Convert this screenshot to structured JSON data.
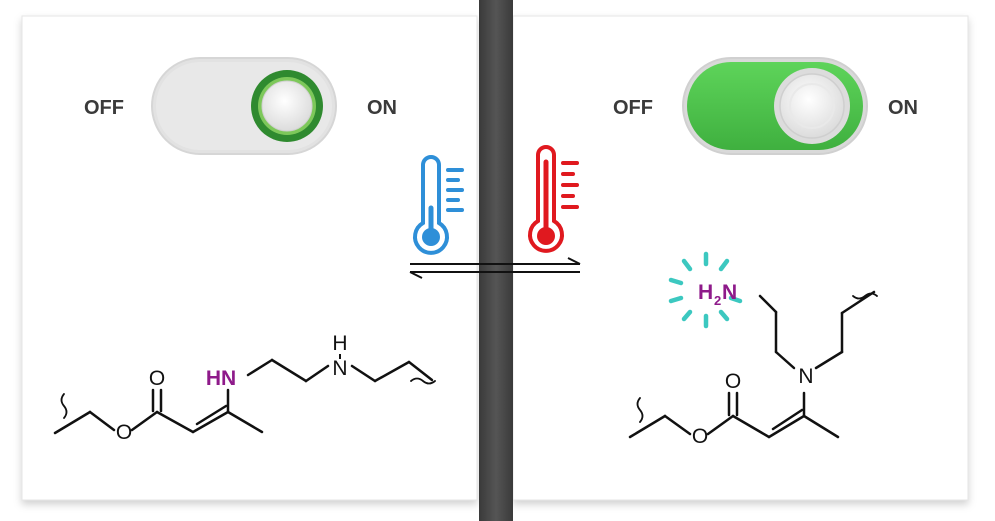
{
  "left_panel": {
    "switch": {
      "off_label": "OFF",
      "on_label": "ON",
      "state": "off"
    },
    "thermometer": {
      "icon": "thermometer-cold-icon",
      "color": "#2e8fd8"
    },
    "molecule": {
      "highlight_label": "HN",
      "nh_label": "H",
      "n_label": "N",
      "o_label": "O",
      "highlight_color": "#8e1a8a"
    }
  },
  "right_panel": {
    "switch": {
      "off_label": "OFF",
      "on_label": "ON",
      "state": "on"
    },
    "thermometer": {
      "icon": "thermometer-hot-icon",
      "color": "#e0191f"
    },
    "molecule": {
      "amine_label": "H",
      "amine_sub": "2",
      "amine_n": "N",
      "n_label": "N",
      "o_label": "O",
      "highlight_color": "#8e1a8a",
      "glow_color": "#3cc8c0"
    }
  },
  "colors": {
    "switch_on_green": "#4cc24c",
    "knob_ring_green": "#2f8a2f",
    "switch_off_gray": "#e4e4e4",
    "divider": "#474747"
  },
  "equilibrium": {
    "icon": "equilibrium-arrows-icon"
  }
}
